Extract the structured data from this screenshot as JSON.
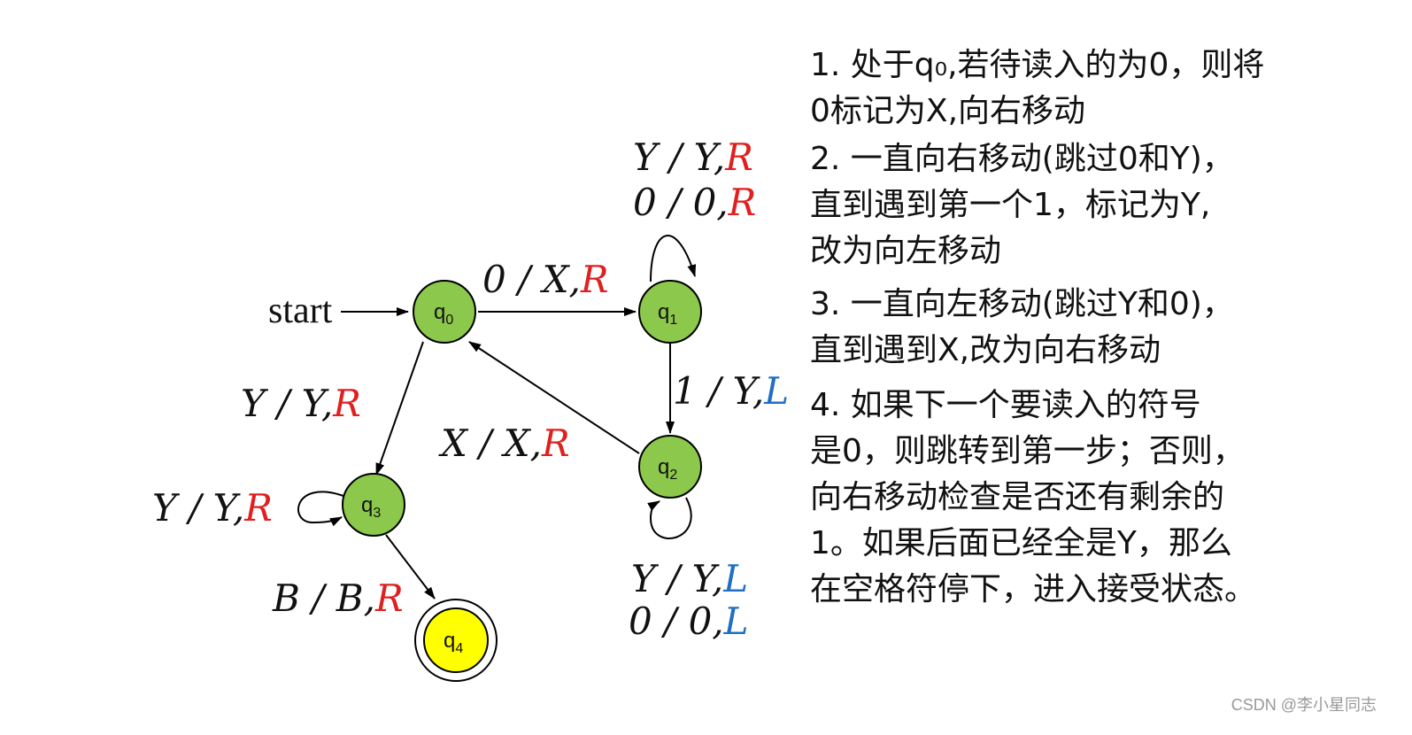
{
  "colors": {
    "state_fill": "#8cc84b",
    "accept_fill": "#ffff00",
    "stroke": "#000000",
    "black_text": "#111111",
    "red": "#e02020",
    "blue": "#1f6fc4",
    "watermark": "#999999"
  },
  "start_label": "start",
  "states": {
    "q0": {
      "label": "q",
      "sub": "0"
    },
    "q1": {
      "label": "q",
      "sub": "1"
    },
    "q2": {
      "label": "q",
      "sub": "2"
    },
    "q3": {
      "label": "q",
      "sub": "3"
    },
    "q4": {
      "label": "q",
      "sub": "4"
    }
  },
  "transitions": {
    "q0_q1": {
      "read": "0 / X,",
      "move": "R",
      "color": "red"
    },
    "q1_loop_a": {
      "read": "Y / Y,",
      "move": "R",
      "color": "red"
    },
    "q1_loop_b": {
      "read": "0 / 0,",
      "move": "R",
      "color": "red"
    },
    "q1_q2": {
      "read": "1 / Y,",
      "move": "L",
      "color": "blue"
    },
    "q2_q0": {
      "read": "X / X,",
      "move": "R",
      "color": "red"
    },
    "q2_loop_a": {
      "read": "Y / Y,",
      "move": "L",
      "color": "blue"
    },
    "q2_loop_b": {
      "read": "0 / 0,",
      "move": "L",
      "color": "blue"
    },
    "q0_q3": {
      "read": "Y / Y,",
      "move": "R",
      "color": "red"
    },
    "q3_loop": {
      "read": "Y / Y,",
      "move": "R",
      "color": "red"
    },
    "q3_q4": {
      "read": "B / B,",
      "move": "R",
      "color": "red"
    }
  },
  "steps": [
    "1.  处于q₀,若待读入的为0，则将\n0标记为X,向右移动",
    "2.  一直向右移动(跳过0和Y)，\n直到遇到第一个1，标记为Y,\n改为向左移动",
    "3.  一直向左移动(跳过Y和0)，\n直到遇到X,改为向右移动",
    "4.  如果下一个要读入的符号\n是0，则跳转到第一步；否则，\n向右移动检查是否还有剩余的\n1。如果后面已经全是Y，那么\n在空格符停下，进入接受状态。"
  ],
  "watermark": "CSDN @李小星同志"
}
